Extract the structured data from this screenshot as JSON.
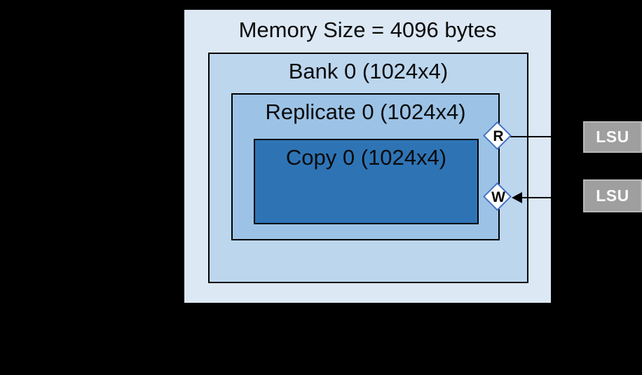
{
  "diagram": {
    "background_color": "#000000",
    "memory": {
      "title": "Memory Size = 4096 bytes",
      "fill": "#dce8f4"
    },
    "bank": {
      "label": "Bank 0 (1024x4)",
      "fill": "#bcd6ee"
    },
    "replicate": {
      "label": "Replicate 0 (1024x4)",
      "fill": "#9cc3e6"
    },
    "copy": {
      "label": "Copy 0 (1024x4)",
      "fill": "#2e74b5"
    },
    "ports": {
      "read_label": "R",
      "write_label": "W",
      "shape": "diamond",
      "border_color": "#4472c4",
      "fill": "#ffffff"
    },
    "lsu_units": [
      {
        "label": "LSU",
        "connection": "read"
      },
      {
        "label": "LSU",
        "connection": "write"
      }
    ],
    "lsu_style": {
      "fill": "#9f9f9f",
      "border": "#b9b9b9",
      "text_color": "#ffffff"
    }
  }
}
